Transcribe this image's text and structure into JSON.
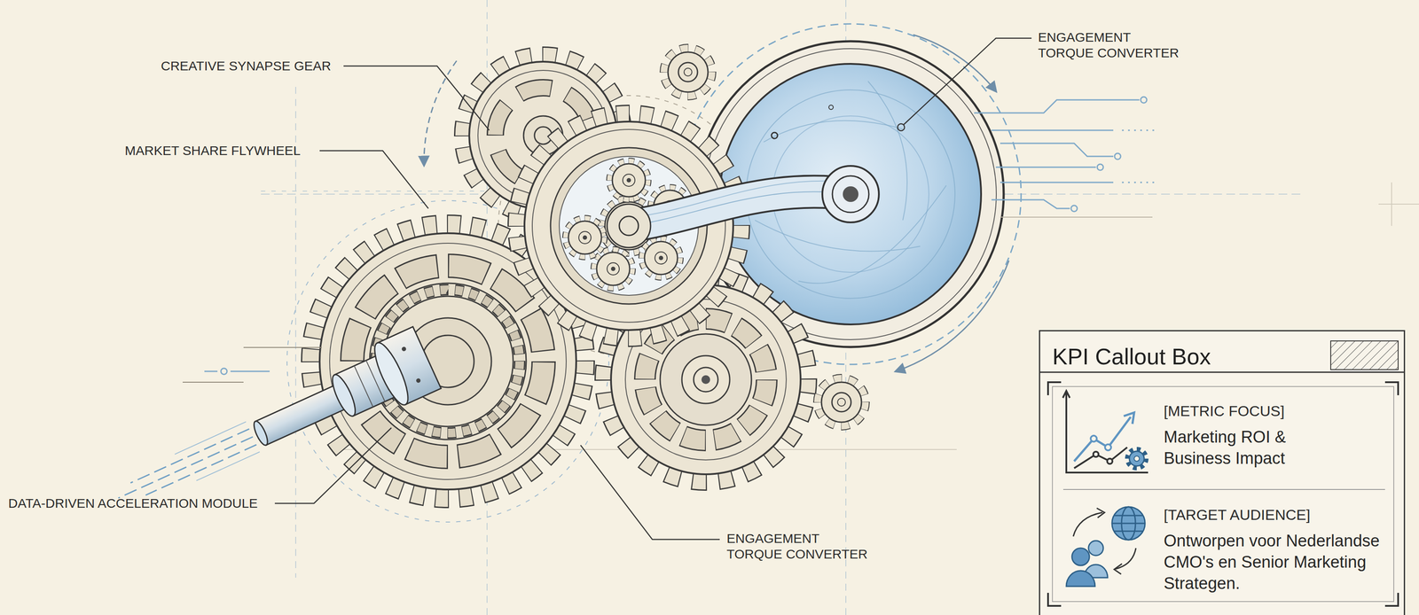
{
  "diagram": {
    "nodes": [
      {
        "text": [
          "KPI Callout Box"
        ]
      },
      {
        "text": [
          "[METRIC FOCUS]",
          "Marketing ROI & Business Impact"
        ],
        "in": 0
      },
      {
        "text": [
          "[TARGET AUDIENCE]",
          "Ontworpen voor Nederlandse CMO's en Senior Marketing Strategen."
        ],
        "in": 0
      }
    ],
    "labels": [
      "CREATIVE SYNAPSE GEAR",
      "MARKET SHARE FLYWHEEL",
      "DATA-DRIVEN ACCELERATION MODULE",
      "ENGAGEMENT TORQUE CONVERTER",
      "ENGAGEMENT TORQUE CONVERTER"
    ]
  }
}
